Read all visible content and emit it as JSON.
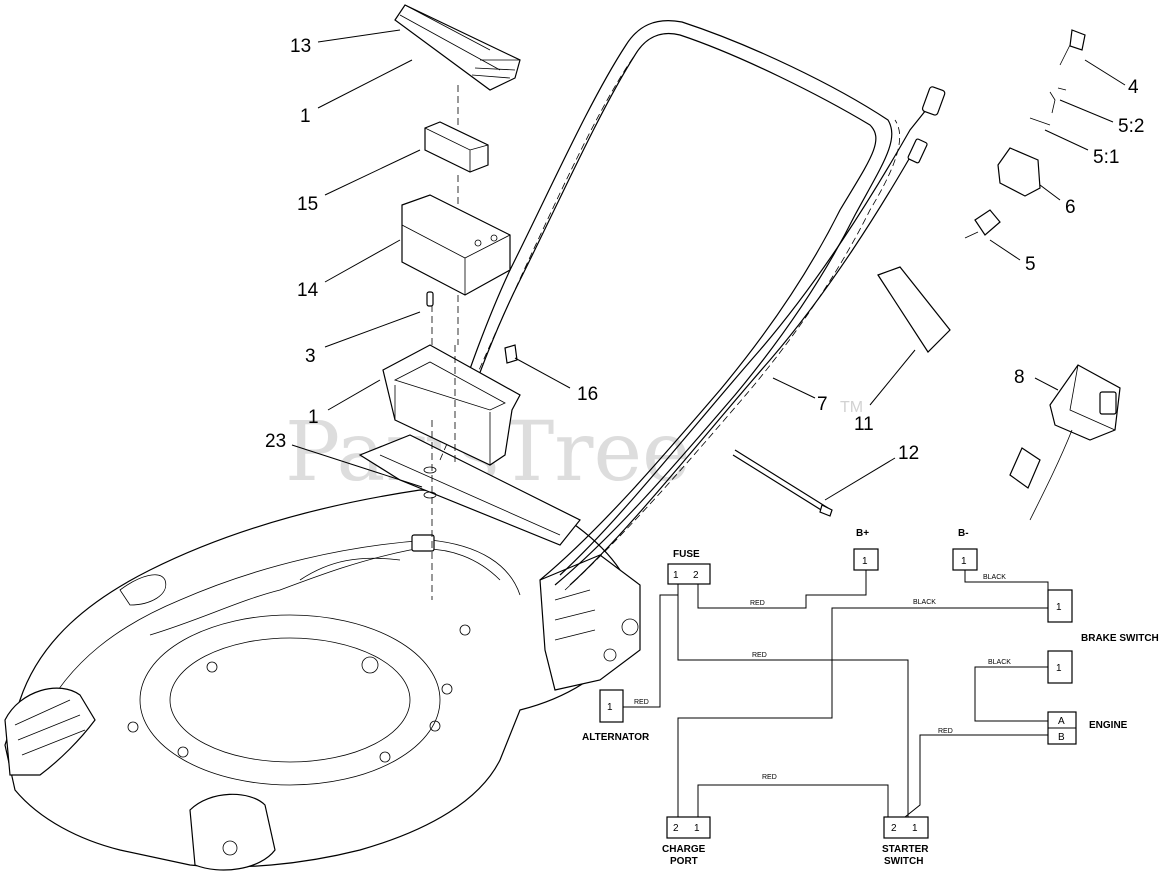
{
  "watermark": {
    "text": "PartsTree",
    "mark": "TM"
  },
  "callouts": {
    "c13": "13",
    "c1_top": "1",
    "c15": "15",
    "c14": "14",
    "c3": "3",
    "c1_tray": "1",
    "c16": "16",
    "c23": "23",
    "c7": "7",
    "c11": "11",
    "c12": "12",
    "c4": "4",
    "c5_2": "5:2",
    "c5_1": "5:1",
    "c6": "6",
    "c5": "5",
    "c8": "8"
  },
  "wiring": {
    "components": {
      "fuse": {
        "label": "FUSE",
        "pins": [
          "1",
          "2"
        ]
      },
      "b_plus": {
        "label": "B+",
        "pins": [
          "1"
        ]
      },
      "b_minus": {
        "label": "B-",
        "pins": [
          "1"
        ]
      },
      "brake_switch": {
        "label": "BRAKE SWITCH",
        "pins": [
          "1"
        ]
      },
      "alternator": {
        "label": "ALTERNATOR",
        "pins": [
          "1"
        ]
      },
      "engine_1": {
        "pins": [
          "1"
        ]
      },
      "engine": {
        "label": "ENGINE",
        "pins": [
          "A",
          "B"
        ]
      },
      "charge_port": {
        "label_line1": "CHARGE",
        "label_line2": "PORT",
        "pins": [
          "2",
          "1"
        ]
      },
      "starter_switch": {
        "label_line1": "STARTER",
        "label_line2": "SWITCH",
        "pins": [
          "2",
          "1"
        ]
      }
    },
    "wires": {
      "black_bminus_brake": "BLACK",
      "red_fuse_bplus": "RED",
      "black_brake_charge": "BLACK",
      "red_fuse_starter": "RED",
      "red_alternator": "RED",
      "black_engine": "BLACK",
      "red_engine_starter": "RED",
      "red_charge_starter": "RED"
    }
  }
}
